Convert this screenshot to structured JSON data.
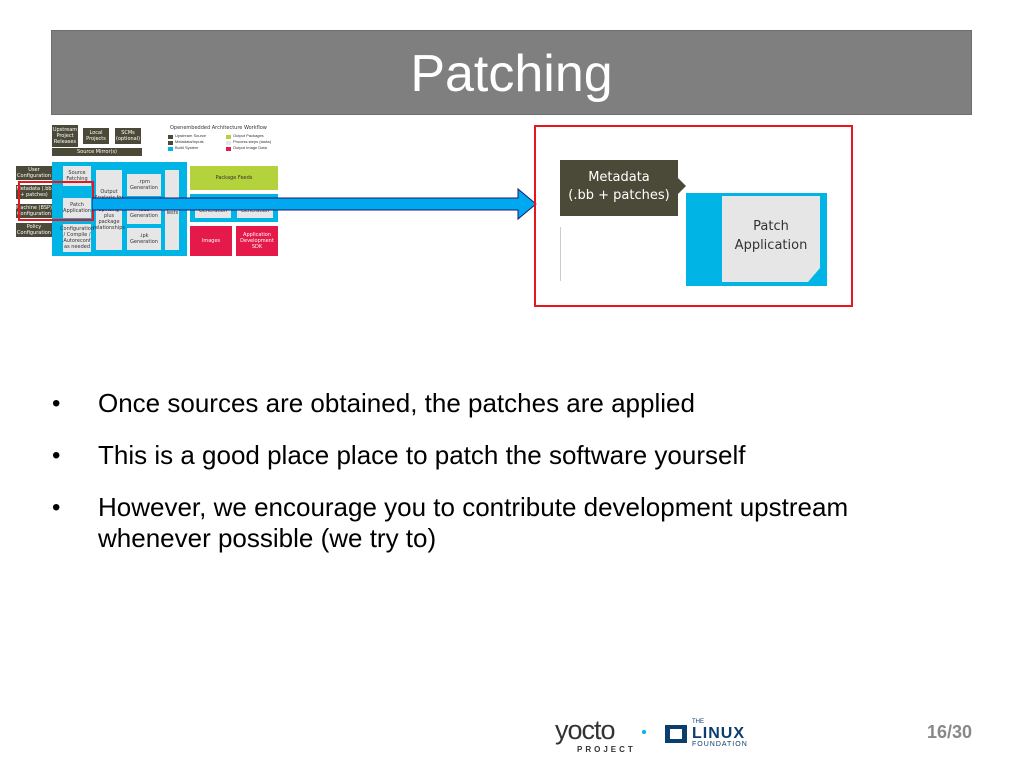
{
  "slide": {
    "title": "Patching",
    "page_number": "16/30"
  },
  "workflow": {
    "legend_title": "Openembedded Architecture Workflow",
    "legend_items": [
      "Upstream Source",
      "Metadata/Inputs",
      "Build System",
      "Output Packages",
      "Process steps (tasks)",
      "Output Image Data"
    ],
    "upstream_project": "Upstream Project Releases",
    "local_projects": "Local Projects",
    "scms": "SCMs (optional)",
    "source_mirrors": "Source Mirror(s)",
    "user_configuration": "User Configuration",
    "metadata_small": "Metadata (.bb + patches)",
    "machine_bsp": "Machine (BSP) Configuration",
    "policy_configuration": "Policy Configuration",
    "source_fetching": "Source Fetching",
    "patch_application_small": "Patch Application",
    "configuration_compile": "Configuration / Compile / Autoreconf as needed",
    "output_analysis": "Output Analysis for package splitting plus package relationships",
    "rpm_generation": ".rpm Generation",
    "deb_generation": ".deb Generation",
    "ipk_generation": ".ipk Generation",
    "qa_tests": "QA Tests",
    "package_feeds": "Package Feeds",
    "image_generation": "Image Generation",
    "sdk_generation": "SDK Generation",
    "images": "Images",
    "app_dev_sdk": "Application Development SDK"
  },
  "detail": {
    "metadata_label": "Metadata\n(.bb + patches)",
    "patch_label": "Patch\nApplication"
  },
  "bullets": [
    "Once sources are obtained, the patches are applied",
    "This is a good place place to patch the software yourself",
    "However, we encourage you to contribute development upstream whenever possible (we try to)"
  ],
  "bullet_glyph": "•",
  "footer": {
    "yocto": "yocto",
    "yocto_sub": "PROJECT",
    "linux_the": "THE",
    "linux": "LINUX",
    "foundation": "FOUNDATION"
  },
  "colors": {
    "title_bar": "#7f7f7f",
    "highlight_red": "#e8141e",
    "build_blue": "#00b4e6",
    "metadata_dark": "#4b4a38",
    "output_green": "#b4d23c",
    "image_red": "#e6194b",
    "arrow_blue": "#00a8f0"
  }
}
